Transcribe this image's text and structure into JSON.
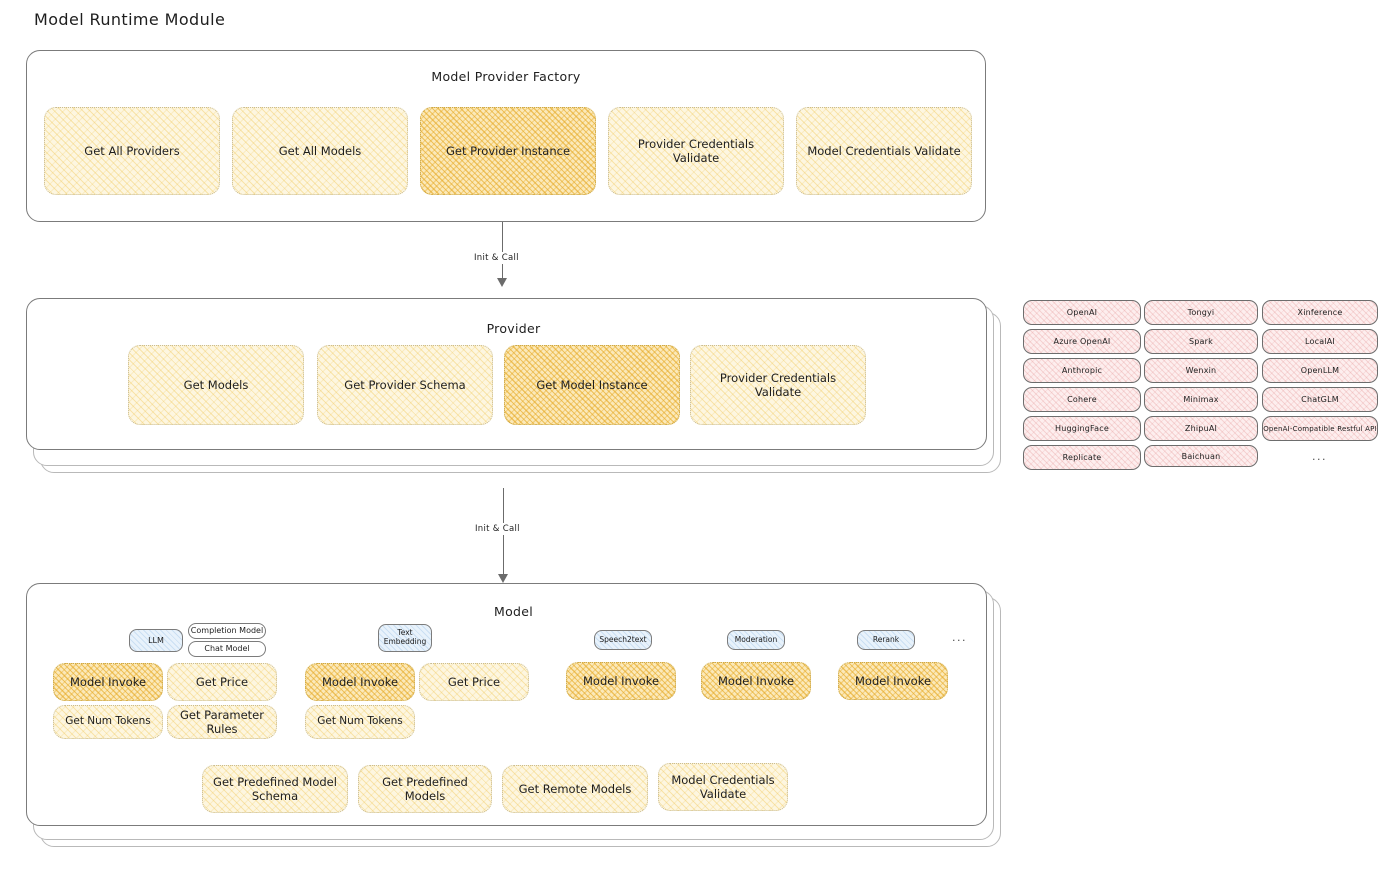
{
  "title": "Model Runtime Module",
  "factory": {
    "title": "Model Provider Factory",
    "items": [
      {
        "label": "Get All Providers",
        "highlight": false
      },
      {
        "label": "Get All Models",
        "highlight": false
      },
      {
        "label": "Get Provider Instance",
        "highlight": true
      },
      {
        "label": "Provider Credentials Validate",
        "highlight": false
      },
      {
        "label": "Model Credentials Validate",
        "highlight": false
      }
    ]
  },
  "arrows": {
    "factory_to_provider": "Init & Call",
    "provider_to_model": "Init & Call"
  },
  "provider": {
    "title": "Provider",
    "items": [
      {
        "label": "Get Models",
        "highlight": false
      },
      {
        "label": "Get Provider Schema",
        "highlight": false
      },
      {
        "label": "Get Model Instance",
        "highlight": true
      },
      {
        "label": "Provider Credentials Validate",
        "highlight": false
      }
    ]
  },
  "provider_list": {
    "columns": [
      [
        "OpenAI",
        "Azure OpenAI",
        "Anthropic",
        "Cohere",
        "HuggingFace",
        "Replicate"
      ],
      [
        "Tongyi",
        "Spark",
        "Wenxin",
        "Minimax",
        "ZhipuAI",
        "Baichuan"
      ],
      [
        "Xinference",
        "LocalAI",
        "OpenLLM",
        "ChatGLM",
        "OpenAI-Compatible Restful API"
      ]
    ],
    "more": "..."
  },
  "model": {
    "title": "Model",
    "more": "...",
    "types": [
      {
        "name": "LLM",
        "sub_badges": [
          "Completion Model",
          "Chat Model"
        ],
        "methods": [
          {
            "label": "Model Invoke",
            "highlight": true
          },
          {
            "label": "Get Price",
            "highlight": false
          },
          {
            "label": "Get Num Tokens",
            "highlight": false
          },
          {
            "label": "Get Parameter Rules",
            "highlight": false
          }
        ]
      },
      {
        "name": "Text Embedding",
        "sub_badges": [],
        "methods": [
          {
            "label": "Model Invoke",
            "highlight": true
          },
          {
            "label": "Get Price",
            "highlight": false
          },
          {
            "label": "Get Num Tokens",
            "highlight": false
          }
        ]
      },
      {
        "name": "Speech2text",
        "sub_badges": [],
        "methods": [
          {
            "label": "Model Invoke",
            "highlight": true
          }
        ]
      },
      {
        "name": "Moderation",
        "sub_badges": [],
        "methods": [
          {
            "label": "Model Invoke",
            "highlight": true
          }
        ]
      },
      {
        "name": "Rerank",
        "sub_badges": [],
        "methods": [
          {
            "label": "Model Invoke",
            "highlight": true
          }
        ]
      }
    ],
    "common_methods": [
      "Get Predefined Model Schema",
      "Get Predefined Models",
      "Get Remote Models",
      "Model Credentials Validate"
    ]
  },
  "colors": {
    "highlight_fill": "#fbe9b9",
    "soft_fill": "#fdf6e0",
    "provider_chip": "#fdeeee",
    "badge_blue": "#e8f2fb",
    "stroke": "#1e1e1e"
  }
}
